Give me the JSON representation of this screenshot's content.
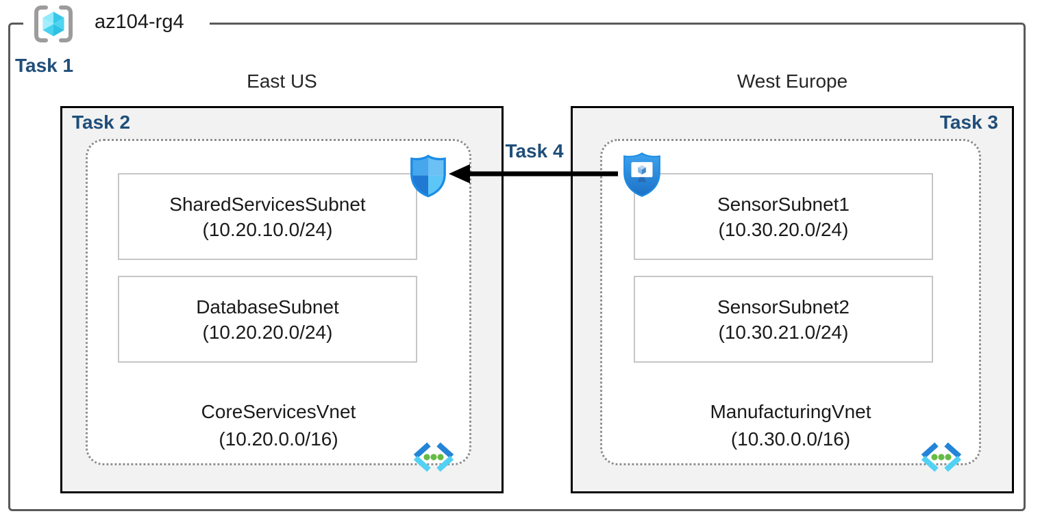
{
  "title": {
    "resource_group": "az104-rg4"
  },
  "labels": {
    "task1": "Task 1",
    "task2": "Task 2",
    "task3": "Task 3",
    "task4": "Task 4"
  },
  "regions": {
    "east_label": "East US",
    "west_label": "West Europe"
  },
  "east_vnet": {
    "name": "CoreServicesVnet",
    "cidr": "(10.20.0.0/16)",
    "subnets": [
      {
        "name": "SharedServicesSubnet",
        "cidr": "(10.20.10.0/24)"
      },
      {
        "name": "DatabaseSubnet",
        "cidr": "(10.20.20.0/24)"
      }
    ]
  },
  "west_vnet": {
    "name": "ManufacturingVnet",
    "cidr": "(10.30.0.0/16)",
    "subnets": [
      {
        "name": "SensorSubnet1",
        "cidr": "(10.30.20.0/24)"
      },
      {
        "name": "SensorSubnet2",
        "cidr": "(10.30.21.0/24)"
      }
    ]
  },
  "icons": {
    "resource_group": "resource-group-brackets-cube-icon",
    "nsg": "network-security-group-shield-icon",
    "asg": "application-security-group-shield-monitor-icon",
    "vnet": "virtual-network-chevrons-icon",
    "arrow": "peering-arrow-pointing-left"
  },
  "colors": {
    "task_label": "#1F4E79",
    "region_box_fill": "#F2F2F2",
    "region_box_border": "#000000",
    "outer_border": "#595959",
    "dotted_vnet_border": "#8F8F8F",
    "subnet_border": "#C6C6C6",
    "shield_border_blue": "#1B8CE6",
    "asg_shield_blue": "#2E8AD9",
    "vnet_chevron_dark": "#2484D7",
    "vnet_chevron_light": "#53D1F4",
    "vnet_dots_green": "#66BB44",
    "arrow_black": "#000000"
  }
}
